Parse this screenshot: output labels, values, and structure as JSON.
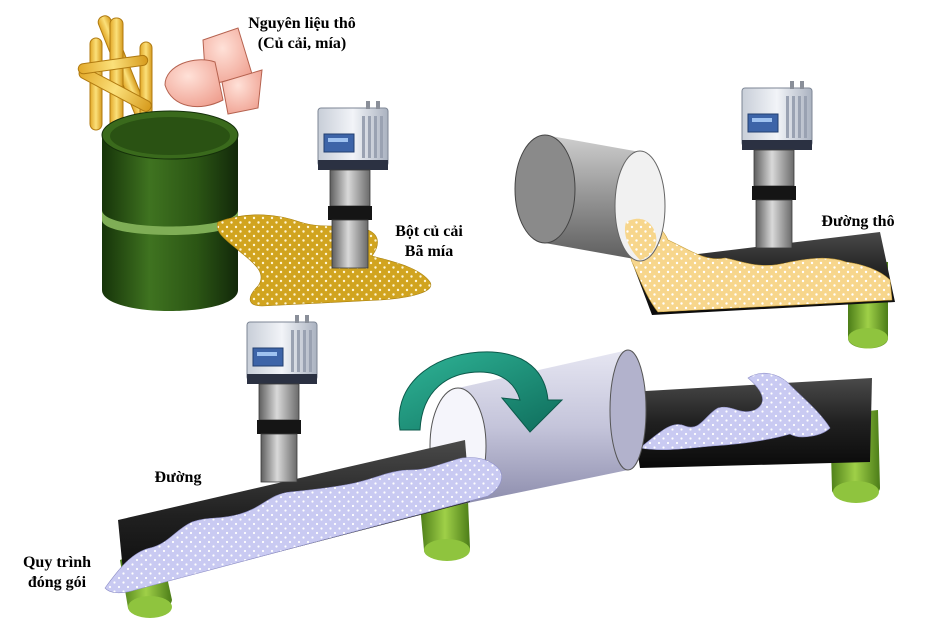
{
  "labels": {
    "raw_material": {
      "line1": "Nguyên liệu thô",
      "line2": "(Củ cải, mía)"
    },
    "pulp": {
      "line1": "Bột củ cải",
      "line2": "Bã mía"
    },
    "raw_sugar": "Đường thô",
    "sugar": "Đường",
    "packaging": {
      "line1": "Quy trình",
      "line2": "đóng gói"
    }
  },
  "colors": {
    "drum": "#2e5a16",
    "pulp": "#d1a41f",
    "raw_sugar": "#f7d68c",
    "sugar": "#c9caf2",
    "pipe_dark": "#151515",
    "roller": "#7cb42e",
    "dryer": "#c8c8dc",
    "arrow": "#1f9a82",
    "sensor_body": "#4a4f66",
    "sensor_housing": "#dfe3ea",
    "beet": "#f3b3a6",
    "cane": "#f1c64a"
  },
  "icons": [
    "sensor-icon",
    "rotation-arrow-icon"
  ]
}
